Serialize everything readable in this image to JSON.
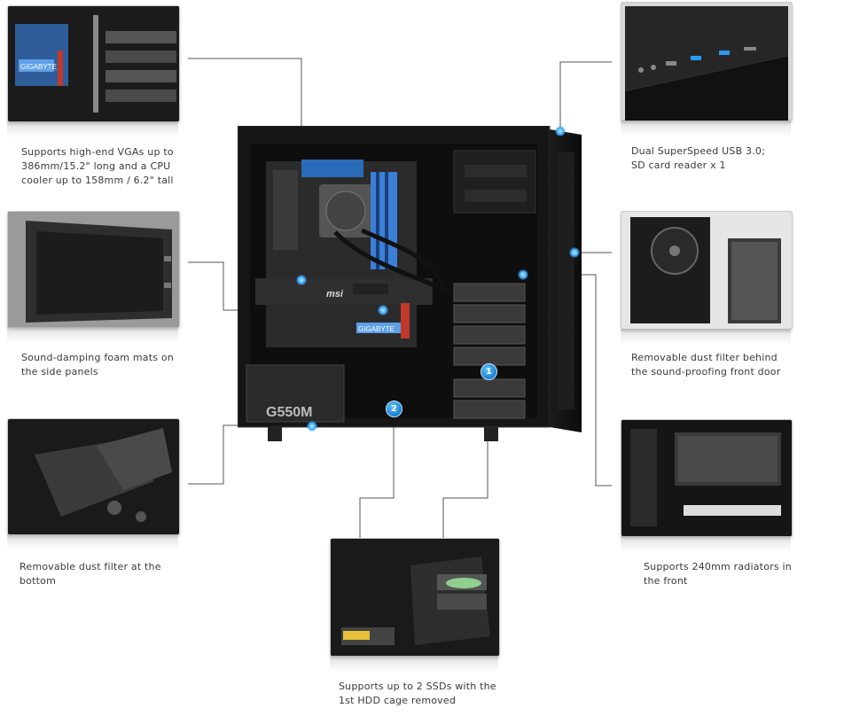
{
  "case": {
    "psu_label": "G550M",
    "gpu_label": "msi",
    "mobo_label": "GIGABYTE"
  },
  "markers": [
    {
      "id": "1"
    },
    {
      "id": "2"
    }
  ],
  "features": {
    "vga_support": [
      "Supports high-end VGAs up to",
      "386mm/15.2\" long and a CPU",
      "cooler up to 158mm / 6.2\" tall"
    ],
    "foam_mats": [
      "Sound-damping foam mats on",
      "the side panels"
    ],
    "bottom_filter": [
      "Removable dust filter at the",
      "bottom"
    ],
    "usb": [
      "Dual SuperSpeed USB 3.0;",
      "SD card reader x 1"
    ],
    "front_filter": [
      "Removable dust filter behind",
      "the sound-proofing front door"
    ],
    "radiator": [
      "Supports 240mm radiators in",
      "the front"
    ],
    "ssd": [
      "Supports up to 2 SSDs with the",
      "1st HDD cage removed"
    ]
  },
  "colors": {
    "accent": "#2a9bf0",
    "leader_line": "#555555",
    "caption_text": "#3a3a3a"
  }
}
